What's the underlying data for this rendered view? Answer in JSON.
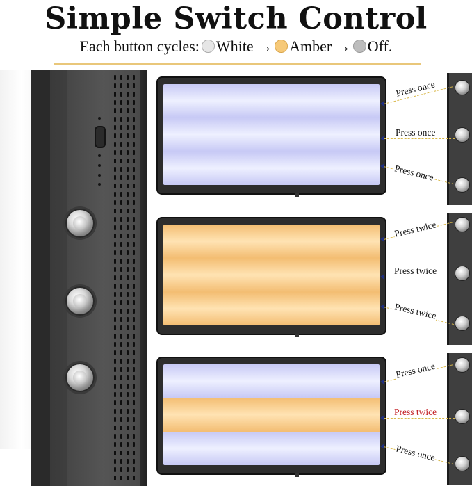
{
  "header": {
    "title": "Simple Switch Control",
    "subtitle_prefix": "Each button cycles:",
    "state_white": "White",
    "state_amber": "Amber",
    "state_off": "Off.",
    "arrow": "→"
  },
  "colors": {
    "white_dot": "#e6e6e6",
    "amber_dot": "#f6c978",
    "off_dot": "#bdbdbd",
    "highlight_label": "#c0151b",
    "lead_line": "#d9b84a"
  },
  "panels": [
    {
      "bands": [
        "white",
        "white",
        "white"
      ],
      "labels": [
        "Press once",
        "Press once",
        "Press once"
      ]
    },
    {
      "bands": [
        "amber",
        "amber",
        "amber"
      ],
      "labels": [
        "Press twice",
        "Press twice",
        "Press twice"
      ]
    },
    {
      "bands": [
        "white",
        "amber",
        "white"
      ],
      "labels": [
        "Press once",
        "Press twice",
        "Press once"
      ]
    }
  ]
}
